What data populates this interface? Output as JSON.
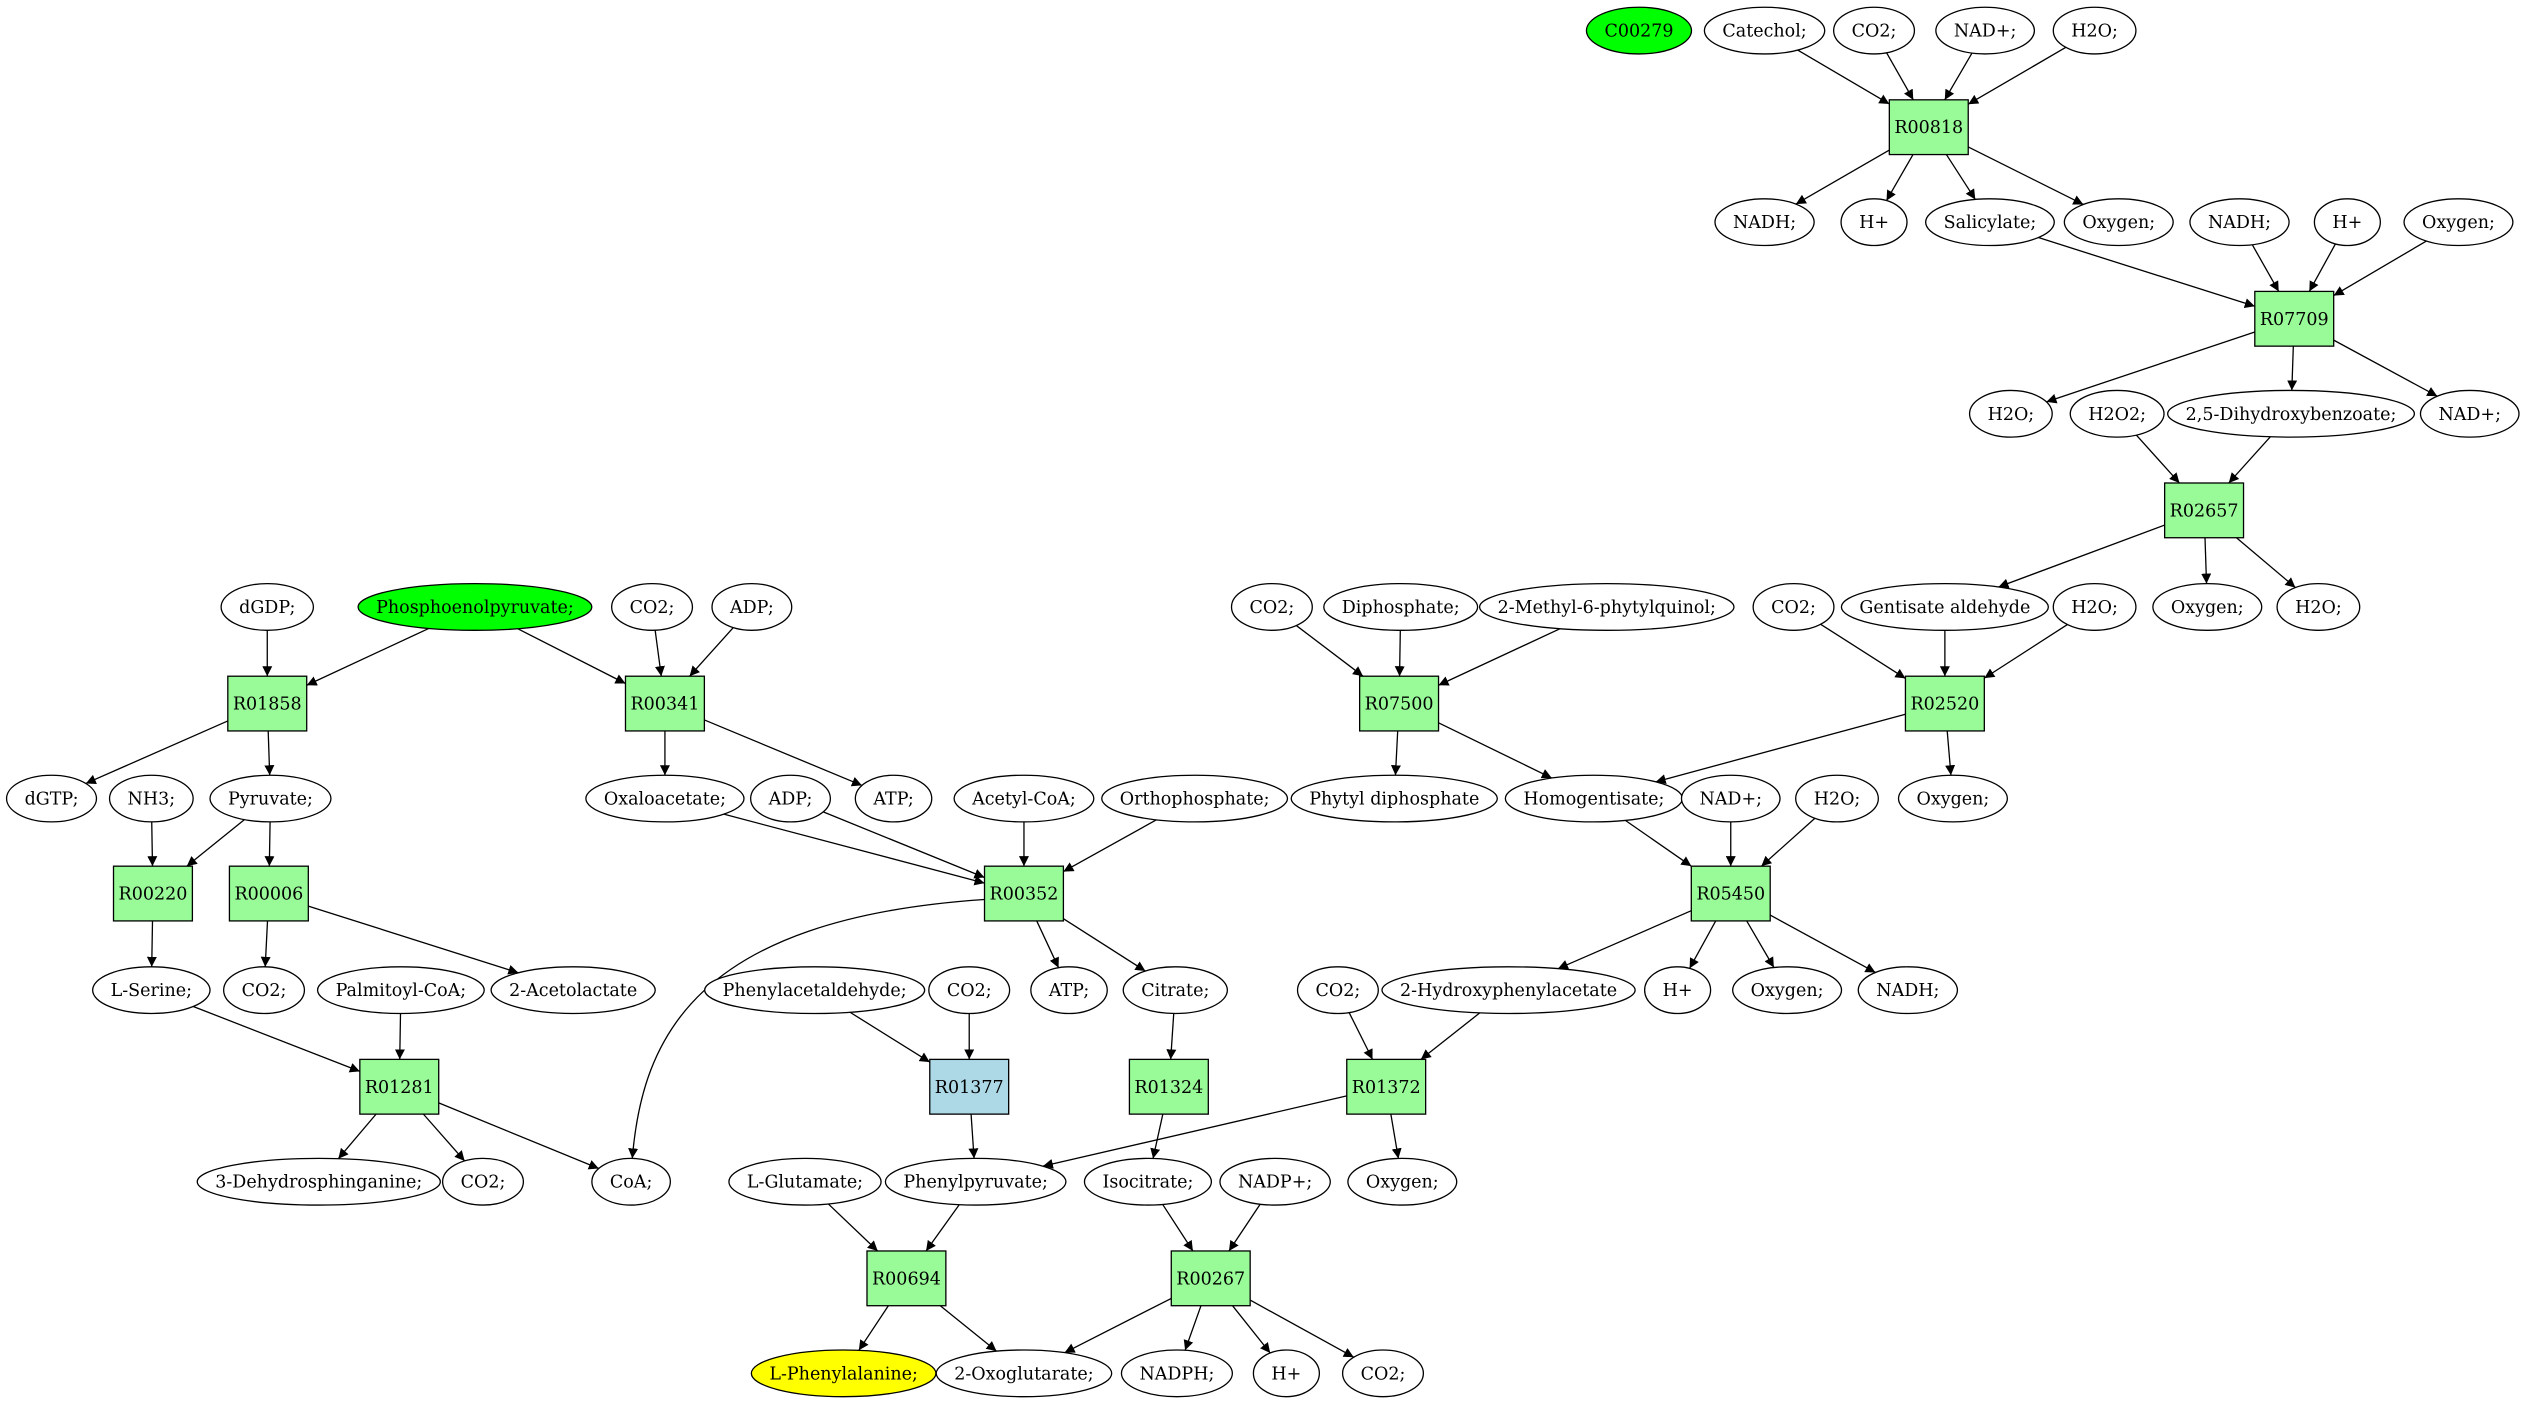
{
  "colors": {
    "reaction": "#98fb98",
    "reaction_special": "#add8e6",
    "compound": "#ffffff",
    "start": "#00ff00",
    "target": "#ffff00"
  },
  "nodes": {
    "C00279": {
      "label": "C00279",
      "shape": "ellipse",
      "fill": "start"
    },
    "catechol": {
      "label": "Catechol;",
      "shape": "ellipse"
    },
    "co2_a": {
      "label": "CO2;",
      "shape": "ellipse"
    },
    "nadp_a": {
      "label": "NAD+;",
      "shape": "ellipse"
    },
    "h2o_a": {
      "label": "H2O;",
      "shape": "ellipse"
    },
    "R00818": {
      "label": "R00818",
      "shape": "rect"
    },
    "nadh_a": {
      "label": "NADH;",
      "shape": "ellipse"
    },
    "hplus_a": {
      "label": "H+",
      "shape": "ellipse"
    },
    "salicylate": {
      "label": "Salicylate;",
      "shape": "ellipse"
    },
    "oxygen_a": {
      "label": "Oxygen;",
      "shape": "ellipse"
    },
    "nadh_b": {
      "label": "NADH;",
      "shape": "ellipse"
    },
    "hplus_b": {
      "label": "H+",
      "shape": "ellipse"
    },
    "oxygen_b": {
      "label": "Oxygen;",
      "shape": "ellipse"
    },
    "R07709": {
      "label": "R07709",
      "shape": "rect"
    },
    "h2o_b": {
      "label": "H2O;",
      "shape": "ellipse"
    },
    "h2o2": {
      "label": "H2O2;",
      "shape": "ellipse"
    },
    "dhb": {
      "label": "2,5-Dihydroxybenzoate;",
      "shape": "ellipse"
    },
    "nadp_b": {
      "label": "NAD+;",
      "shape": "ellipse"
    },
    "R02657": {
      "label": "R02657",
      "shape": "rect"
    },
    "gentald": {
      "label": "Gentisate aldehyde",
      "shape": "ellipse"
    },
    "oxygen_c": {
      "label": "Oxygen;",
      "shape": "ellipse"
    },
    "h2o_c": {
      "label": "H2O;",
      "shape": "ellipse"
    },
    "co2_r2520": {
      "label": "CO2;",
      "shape": "ellipse"
    },
    "h2o_r2520": {
      "label": "H2O;",
      "shape": "ellipse"
    },
    "R02520": {
      "label": "R02520",
      "shape": "rect"
    },
    "oxygen_r2520": {
      "label": "Oxygen;",
      "shape": "ellipse"
    },
    "co2_r7500": {
      "label": "CO2;",
      "shape": "ellipse"
    },
    "diphosphate": {
      "label": "Diphosphate;",
      "shape": "ellipse"
    },
    "mpq": {
      "label": "2-Methyl-6-phytylquinol;",
      "shape": "ellipse"
    },
    "R07500": {
      "label": "R07500",
      "shape": "rect"
    },
    "phytyldp": {
      "label": "Phytyl diphosphate",
      "shape": "ellipse"
    },
    "homogentisate": {
      "label": "Homogentisate;",
      "shape": "ellipse"
    },
    "nadp_c": {
      "label": "NAD+;",
      "shape": "ellipse"
    },
    "h2o_d": {
      "label": "H2O;",
      "shape": "ellipse"
    },
    "R05450": {
      "label": "R05450",
      "shape": "rect"
    },
    "hpa": {
      "label": "2-Hydroxyphenylacetate",
      "shape": "ellipse"
    },
    "hplus_c": {
      "label": "H+",
      "shape": "ellipse"
    },
    "oxygen_d": {
      "label": "Oxygen;",
      "shape": "ellipse"
    },
    "nadh_c": {
      "label": "NADH;",
      "shape": "ellipse"
    },
    "co2_r1372": {
      "label": "CO2;",
      "shape": "ellipse"
    },
    "R01372": {
      "label": "R01372",
      "shape": "rect"
    },
    "oxygen_e": {
      "label": "Oxygen;",
      "shape": "ellipse"
    },
    "dgdp": {
      "label": "dGDP;",
      "shape": "ellipse"
    },
    "pep": {
      "label": "Phosphoenolpyruvate;",
      "shape": "ellipse",
      "fill": "start"
    },
    "co2_r341": {
      "label": "CO2;",
      "shape": "ellipse"
    },
    "adp_r341": {
      "label": "ADP;",
      "shape": "ellipse"
    },
    "R01858": {
      "label": "R01858",
      "shape": "rect"
    },
    "R00341": {
      "label": "R00341",
      "shape": "rect"
    },
    "dgtp": {
      "label": "dGTP;",
      "shape": "ellipse"
    },
    "nh3": {
      "label": "NH3;",
      "shape": "ellipse"
    },
    "pyruvate": {
      "label": "Pyruvate;",
      "shape": "ellipse"
    },
    "oxaloacetate": {
      "label": "Oxaloacetate;",
      "shape": "ellipse"
    },
    "adp_r352": {
      "label": "ADP;",
      "shape": "ellipse"
    },
    "atp_r341": {
      "label": "ATP;",
      "shape": "ellipse"
    },
    "acetylcoa": {
      "label": "Acetyl-CoA;",
      "shape": "ellipse"
    },
    "orthophosphate": {
      "label": "Orthophosphate;",
      "shape": "ellipse"
    },
    "R00220": {
      "label": "R00220",
      "shape": "rect"
    },
    "R00006": {
      "label": "R00006",
      "shape": "rect"
    },
    "R00352": {
      "label": "R00352",
      "shape": "rect"
    },
    "lserine": {
      "label": "L-Serine;",
      "shape": "ellipse"
    },
    "co2_r6": {
      "label": "CO2;",
      "shape": "ellipse"
    },
    "palmitoylcoa": {
      "label": "Palmitoyl-CoA;",
      "shape": "ellipse"
    },
    "acetolactate": {
      "label": "2-Acetolactate",
      "shape": "ellipse"
    },
    "phenylacetaldehyde": {
      "label": "Phenylacetaldehyde;",
      "shape": "ellipse"
    },
    "co2_r1377": {
      "label": "CO2;",
      "shape": "ellipse"
    },
    "atp_r352": {
      "label": "ATP;",
      "shape": "ellipse"
    },
    "citrate": {
      "label": "Citrate;",
      "shape": "ellipse"
    },
    "R01281": {
      "label": "R01281",
      "shape": "rect"
    },
    "R01377": {
      "label": "R01377",
      "shape": "rect",
      "fill": "reaction_special"
    },
    "R01324": {
      "label": "R01324",
      "shape": "rect"
    },
    "dhsph": {
      "label": "3-Dehydrosphinganine;",
      "shape": "ellipse"
    },
    "co2_r1281": {
      "label": "CO2;",
      "shape": "ellipse"
    },
    "coa": {
      "label": "CoA;",
      "shape": "ellipse"
    },
    "lglutamate": {
      "label": "L-Glutamate;",
      "shape": "ellipse"
    },
    "phenylpyruvate": {
      "label": "Phenylpyruvate;",
      "shape": "ellipse"
    },
    "isocitrate": {
      "label": "Isocitrate;",
      "shape": "ellipse"
    },
    "nadpplus": {
      "label": "NADP+;",
      "shape": "ellipse"
    },
    "R00694": {
      "label": "R00694",
      "shape": "rect"
    },
    "R00267": {
      "label": "R00267",
      "shape": "rect"
    },
    "lphe": {
      "label": "L-Phenylalanine;",
      "shape": "ellipse",
      "fill": "target"
    },
    "oxoglutarate": {
      "label": "2-Oxoglutarate;",
      "shape": "ellipse"
    },
    "nadph": {
      "label": "NADPH;",
      "shape": "ellipse"
    },
    "hplus_d": {
      "label": "H+",
      "shape": "ellipse"
    },
    "co2_r267": {
      "label": "CO2;",
      "shape": "ellipse"
    }
  },
  "edges": [
    [
      "catechol",
      "R00818"
    ],
    [
      "co2_a",
      "R00818"
    ],
    [
      "nadp_a",
      "R00818"
    ],
    [
      "h2o_a",
      "R00818"
    ],
    [
      "R00818",
      "nadh_a"
    ],
    [
      "R00818",
      "hplus_a"
    ],
    [
      "R00818",
      "salicylate"
    ],
    [
      "R00818",
      "oxygen_a"
    ],
    [
      "salicylate",
      "R07709"
    ],
    [
      "nadh_b",
      "R07709"
    ],
    [
      "hplus_b",
      "R07709"
    ],
    [
      "oxygen_b",
      "R07709"
    ],
    [
      "R07709",
      "h2o_b"
    ],
    [
      "R07709",
      "dhb"
    ],
    [
      "R07709",
      "nadp_b"
    ],
    [
      "h2o2",
      "R02657"
    ],
    [
      "dhb",
      "R02657"
    ],
    [
      "R02657",
      "gentald"
    ],
    [
      "R02657",
      "oxygen_c"
    ],
    [
      "R02657",
      "h2o_c"
    ],
    [
      "co2_r2520",
      "R02520"
    ],
    [
      "gentald",
      "R02520"
    ],
    [
      "h2o_r2520",
      "R02520"
    ],
    [
      "R02520",
      "homogentisate"
    ],
    [
      "R02520",
      "oxygen_r2520"
    ],
    [
      "co2_r7500",
      "R07500"
    ],
    [
      "diphosphate",
      "R07500"
    ],
    [
      "mpq",
      "R07500"
    ],
    [
      "R07500",
      "phytyldp"
    ],
    [
      "R07500",
      "homogentisate"
    ],
    [
      "homogentisate",
      "R05450"
    ],
    [
      "nadp_c",
      "R05450"
    ],
    [
      "h2o_d",
      "R05450"
    ],
    [
      "R05450",
      "hpa"
    ],
    [
      "R05450",
      "hplus_c"
    ],
    [
      "R05450",
      "oxygen_d"
    ],
    [
      "R05450",
      "nadh_c"
    ],
    [
      "co2_r1372",
      "R01372"
    ],
    [
      "hpa",
      "R01372"
    ],
    [
      "R01372",
      "phenylpyruvate"
    ],
    [
      "R01372",
      "oxygen_e"
    ],
    [
      "dgdp",
      "R01858"
    ],
    [
      "pep",
      "R01858"
    ],
    [
      "pep",
      "R00341"
    ],
    [
      "co2_r341",
      "R00341"
    ],
    [
      "adp_r341",
      "R00341"
    ],
    [
      "R01858",
      "dgtp"
    ],
    [
      "R01858",
      "pyruvate"
    ],
    [
      "R00341",
      "oxaloacetate"
    ],
    [
      "R00341",
      "atp_r341"
    ],
    [
      "nh3",
      "R00220"
    ],
    [
      "pyruvate",
      "R00220"
    ],
    [
      "pyruvate",
      "R00006"
    ],
    [
      "oxaloacetate",
      "R00352"
    ],
    [
      "adp_r352",
      "R00352"
    ],
    [
      "acetylcoa",
      "R00352"
    ],
    [
      "orthophosphate",
      "R00352"
    ],
    [
      "R00220",
      "lserine"
    ],
    [
      "R00006",
      "co2_r6"
    ],
    [
      "R00006",
      "acetolactate"
    ],
    [
      "R00352",
      "atp_r352"
    ],
    [
      "R00352",
      "citrate"
    ],
    [
      "R00352",
      "coa"
    ],
    [
      "lserine",
      "R01281"
    ],
    [
      "palmitoylcoa",
      "R01281"
    ],
    [
      "R01281",
      "dhsph"
    ],
    [
      "R01281",
      "co2_r1281"
    ],
    [
      "R01281",
      "coa"
    ],
    [
      "phenylacetaldehyde",
      "R01377"
    ],
    [
      "co2_r1377",
      "R01377"
    ],
    [
      "R01377",
      "phenylpyruvate"
    ],
    [
      "citrate",
      "R01324"
    ],
    [
      "R01324",
      "isocitrate"
    ],
    [
      "lglutamate",
      "R00694"
    ],
    [
      "phenylpyruvate",
      "R00694"
    ],
    [
      "R00694",
      "lphe"
    ],
    [
      "R00694",
      "oxoglutarate"
    ],
    [
      "isocitrate",
      "R00267"
    ],
    [
      "nadpplus",
      "R00267"
    ],
    [
      "R00267",
      "oxoglutarate"
    ],
    [
      "R00267",
      "nadph"
    ],
    [
      "R00267",
      "hplus_d"
    ],
    [
      "R00267",
      "co2_r267"
    ]
  ]
}
